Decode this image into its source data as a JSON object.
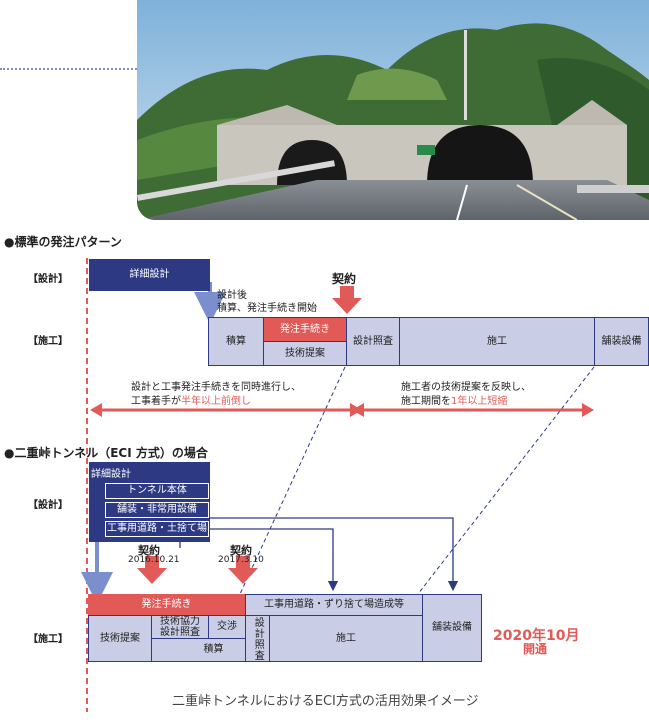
{
  "section1": {
    "title": "●標準の発注パターン",
    "design_label": "【設計】",
    "construction_label": "【施工】",
    "detailed_design": "詳細設計",
    "after_design_line1": "設計後",
    "after_design_line2": "積算、発注手続き開始",
    "contract": "契約",
    "estimate": "積算",
    "ordering": "発注手続き",
    "tech_proposal": "技術提案",
    "design_check": "設計照査",
    "construction": "施工",
    "paving": "舗装設備",
    "note_left_line1": "設計と工事発注手続きを同時進行し、",
    "note_left_line2a": "工事着手が",
    "note_left_line2b": "半年以上前倒し",
    "note_right_line1": "施工者の技術提案を反映し、",
    "note_right_line2a": "施工期間を",
    "note_right_line2b": "1年以上短縮"
  },
  "section2": {
    "title": "●二重峠トンネル（ECI 方式）の場合",
    "design_label": "【設計】",
    "construction_label": "【施工】",
    "detailed_design": "詳細設計",
    "tunnel_body": "トンネル本体",
    "paving_facilities": "舗装・非常用設備",
    "work_road": "工事用道路・土捨て場",
    "contract1": "契約",
    "contract1_date": "2016.10.21",
    "contract2": "契約",
    "contract2_date": "2017.3.10",
    "ordering": "発注手続き",
    "tech_proposal": "技術提案",
    "tech_coop_line1": "技術協力",
    "tech_coop_line2": "設計照査",
    "negotiation": "交渉",
    "estimate": "積算",
    "design_check": "設計照査",
    "work_road_construction": "工事用道路・ずり捨て場造成等",
    "construction": "施工",
    "paving": "舗装設備",
    "opening_line1": "2020年10月",
    "opening_line2": "開通"
  },
  "caption": "二重峠トンネルにおけるECI方式の活用効果イメージ",
  "colors": {
    "navy": "#2d3a83",
    "lavender": "#c9cde6",
    "red": "#e25a57",
    "arrow_blue": "#7b8fcf"
  }
}
